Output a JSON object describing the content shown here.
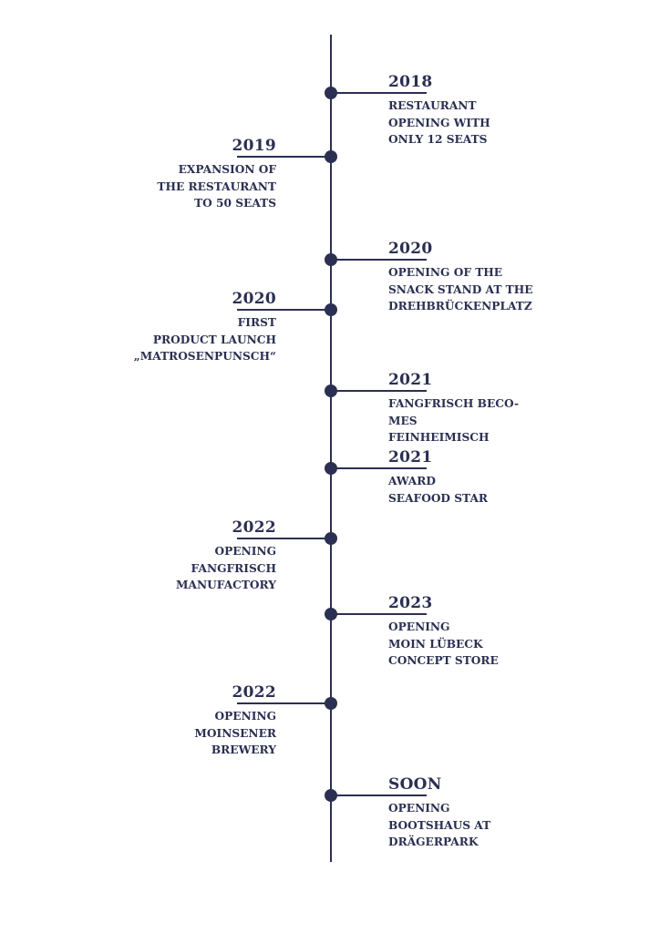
{
  "timeline": {
    "colors": {
      "primary": "#2b3052",
      "background": "#ffffff"
    },
    "events": [
      {
        "side": "right",
        "year": "2018",
        "lines": [
          "RESTAURANT",
          "OPENING WITH",
          "ONLY 12 SEATS"
        ]
      },
      {
        "side": "left",
        "year": "2019",
        "lines": [
          "EXPANSION OF",
          "THE RESTAURANT",
          "TO 50 SEATS"
        ]
      },
      {
        "side": "right",
        "year": "2020",
        "lines": [
          "OPENING OF THE",
          "SNACK STAND AT THE",
          "DREHBRÜCKENPLATZ"
        ]
      },
      {
        "side": "left",
        "year": "2020",
        "lines": [
          "FIRST",
          "PRODUCT LAUNCH",
          "„MATROSENPUNSCH“"
        ]
      },
      {
        "side": "right",
        "year": "2021",
        "lines": [
          "FANGFRISCH BECO-",
          "MES",
          "FEINHEIMISCH"
        ]
      },
      {
        "side": "right",
        "year": "2021",
        "lines": [
          "AWARD",
          "SEAFOOD STAR"
        ]
      },
      {
        "side": "left",
        "year": "2022",
        "lines": [
          "OPENING",
          "FANGFRISCH",
          "MANUFACTORY"
        ]
      },
      {
        "side": "right",
        "year": "2023",
        "lines": [
          "OPENING",
          "MOIN LÜBECK",
          "CONCEPT STORE"
        ]
      },
      {
        "side": "left",
        "year": "2022",
        "lines": [
          "OPENING",
          "MOINSENER",
          "BREWERY"
        ]
      },
      {
        "side": "right",
        "year": "SOON",
        "lines": [
          "OPENING",
          "BOOTSHAUS AT",
          "DRÄGERPARK"
        ]
      }
    ]
  }
}
